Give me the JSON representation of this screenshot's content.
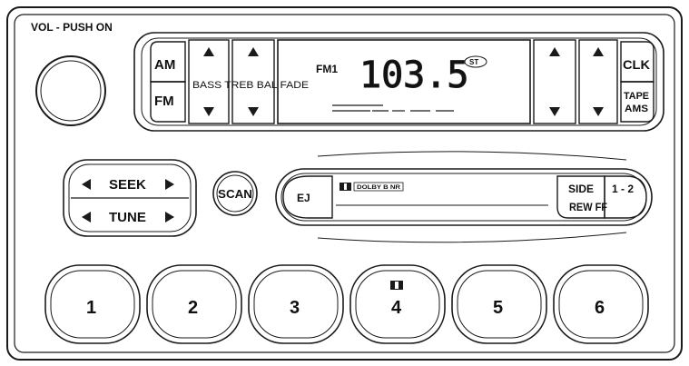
{
  "volume": {
    "label": "VOL - PUSH ON"
  },
  "band_buttons": {
    "am": "AM",
    "fm": "FM"
  },
  "tone_controls": {
    "label": "BASS TREB BAL FADE"
  },
  "display": {
    "band": "FM1",
    "frequency": "103.5",
    "stereo_badge": "ST"
  },
  "right_controls": {
    "clock": "CLK",
    "tape_line1": "TAPE",
    "tape_line2": "AMS"
  },
  "seek_tune": {
    "seek": "SEEK",
    "tune": "TUNE"
  },
  "scan": {
    "label": "SCAN"
  },
  "cassette": {
    "eject": "EJ",
    "dolby": "DOLBY B NR",
    "side": "SIDE",
    "rew_ff": "REW FF",
    "one_two": "1 - 2"
  },
  "presets": [
    "1",
    "2",
    "3",
    "4",
    "5",
    "6"
  ],
  "colors": {
    "line": "#1a1a1a",
    "background": "#ffffff"
  }
}
